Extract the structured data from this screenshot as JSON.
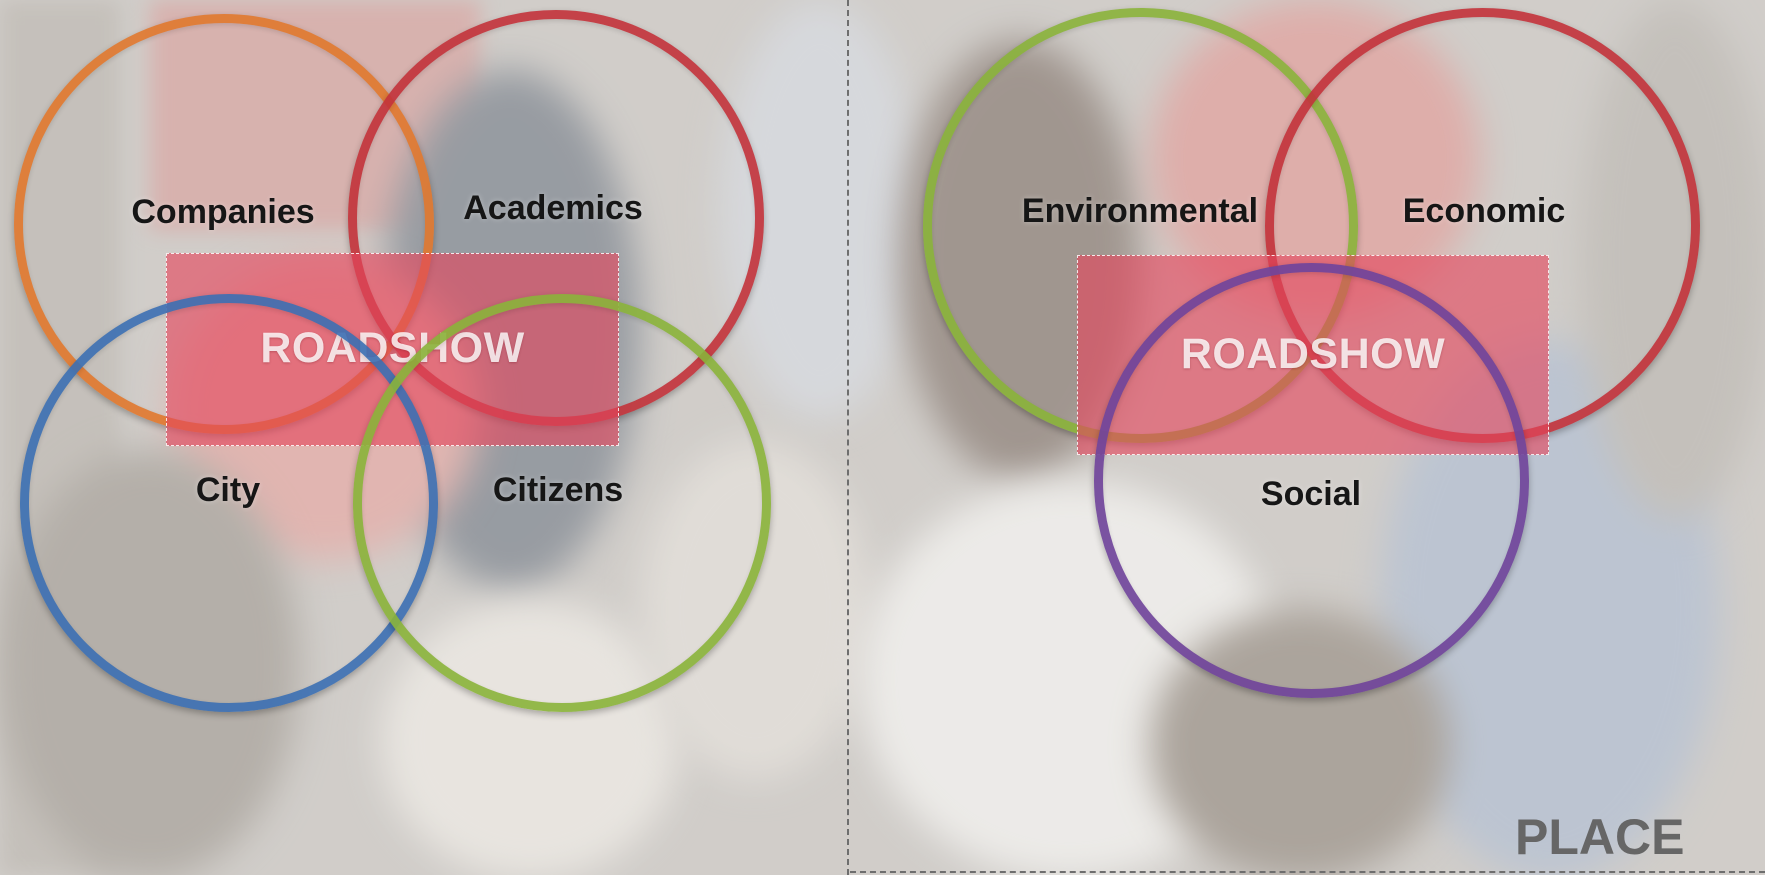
{
  "left_diagram": {
    "circles": [
      {
        "label": "Companies",
        "color": "#e0782d"
      },
      {
        "label": "Academics",
        "color": "#c2323a"
      },
      {
        "label": "City",
        "color": "#3b6fb2"
      },
      {
        "label": "Citizens",
        "color": "#8ab33a"
      }
    ],
    "banner": "ROADSHOW"
  },
  "right_diagram": {
    "circles": [
      {
        "label": "Environmental",
        "color": "#8ab33a"
      },
      {
        "label": "Economic",
        "color": "#c2323a"
      },
      {
        "label": "Social",
        "color": "#70449a"
      }
    ],
    "banner": "ROADSHOW"
  },
  "corner_label": "PLACE"
}
